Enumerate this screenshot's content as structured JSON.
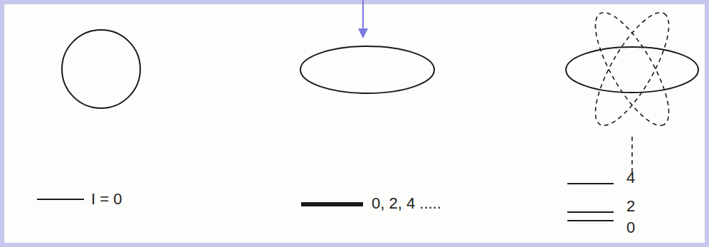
{
  "diagram": {
    "labels": [
      "I = 0",
      "0, 2, 4 .....",
      "4",
      "2",
      "0"
    ]
  }
}
